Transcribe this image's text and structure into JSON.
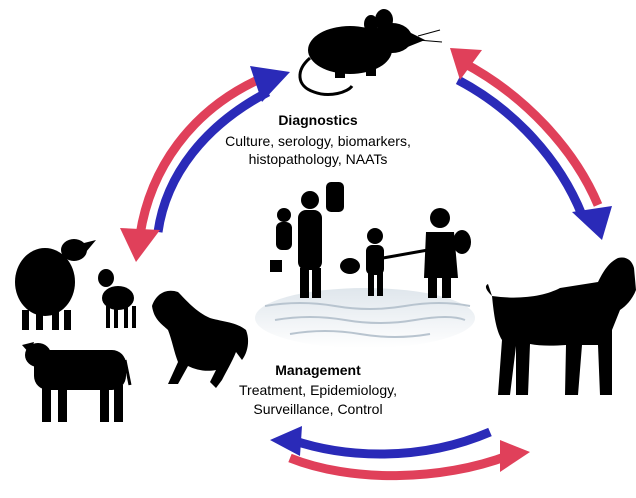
{
  "diagnostics": {
    "title": "Diagnostics",
    "line1": "Culture, serology, biomarkers,",
    "line2": "histopathology, NAATs"
  },
  "management": {
    "title": "Management",
    "line1": "Treatment, Epidemiology,",
    "line2": "Surveillance, Control"
  },
  "icons": [
    "rodent-icon",
    "dog-icon",
    "livestock-icon",
    "people-in-flood-icon",
    "cycle-arrow-icon"
  ],
  "colors": {
    "arrow_red": "#e0405a",
    "arrow_blue": "#2a2ab8",
    "silhouette": "#000000",
    "water": "#c9d3dc"
  }
}
